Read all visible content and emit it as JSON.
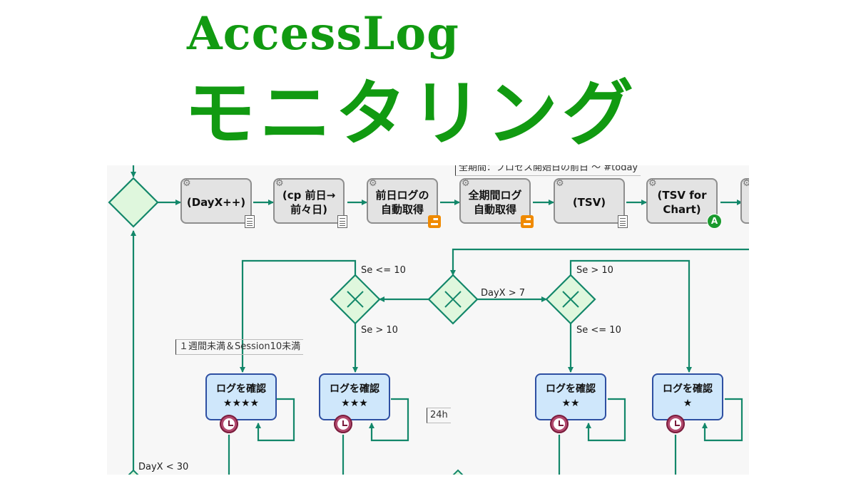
{
  "title": {
    "line1": "AccessLog",
    "line2": "モニタリング"
  },
  "colors": {
    "title_green": "#119a11",
    "flow_line": "#13876a",
    "task_bg": "#e3e3e3",
    "human_task_bg": "#cfe7fb",
    "human_task_border": "#2e4fa2",
    "gateway_fill": "#dff7dd",
    "timer": "#b24a6e"
  },
  "annotations": {
    "top": "全期間：プロセス開始日の前日 ～ #today",
    "week": "１週間未満＆Session10未満",
    "duration": "24h"
  },
  "tasks": [
    {
      "label": "(DayX++)",
      "icon": "calculator-icon"
    },
    {
      "label": "(cp 前日→\n前々日)",
      "icon": "calculator-icon"
    },
    {
      "label": "前日ログの\n自動取得",
      "icon": "stairs-icon"
    },
    {
      "label": "全期間ログ\n自動取得",
      "icon": "stairs-icon"
    },
    {
      "label": "(TSV)",
      "icon": "calculator-icon"
    },
    {
      "label": "(TSV for\nChart)",
      "icon": "a-badge-icon"
    }
  ],
  "human_tasks": [
    {
      "label": "ログを確認\n★★★★"
    },
    {
      "label": "ログを確認\n★★★"
    },
    {
      "label": "ログを確認\n★★"
    },
    {
      "label": "ログを確認\n★"
    }
  ],
  "conditions": {
    "left_top": "Se <= 10",
    "left_bottom": "Se > 10",
    "center": "DayX > 7",
    "right_top": "Se > 10",
    "right_bottom": "Se <= 10",
    "loop": "DayX < 30"
  }
}
